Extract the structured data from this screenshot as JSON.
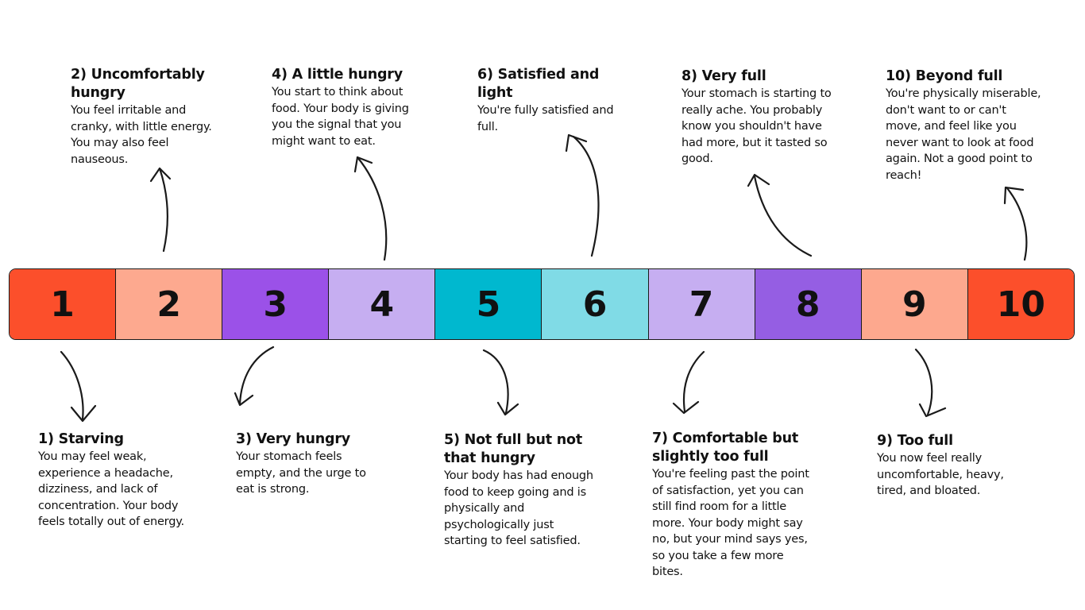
{
  "scale": [
    {
      "number": "1",
      "color": "#fc4f2b"
    },
    {
      "number": "2",
      "color": "#fda98f"
    },
    {
      "number": "3",
      "color": "#9b51e8"
    },
    {
      "number": "4",
      "color": "#c6aef1"
    },
    {
      "number": "5",
      "color": "#00b8cf"
    },
    {
      "number": "6",
      "color": "#80dbe6"
    },
    {
      "number": "7",
      "color": "#c6aef1"
    },
    {
      "number": "8",
      "color": "#955ee3"
    },
    {
      "number": "9",
      "color": "#fda88e"
    },
    {
      "number": "10",
      "color": "#fc4f2b"
    }
  ],
  "levels": {
    "l1": {
      "title": "1) Starving",
      "body": "You may feel weak, experience a headache, dizziness, and lack of concentration. Your body feels totally out of energy."
    },
    "l2": {
      "title": "2) Uncomfortably hungry",
      "body": "You feel irritable and cranky, with little energy. You may also feel nauseous."
    },
    "l3": {
      "title": "3) Very hungry",
      "body": "Your stomach feels empty, and the urge to eat is strong."
    },
    "l4": {
      "title": "4) A little hungry",
      "body": "You start to think about food. Your body is giving you the signal that you might want to eat."
    },
    "l5": {
      "title": "5) Not full but not that hungry",
      "body": "Your body has had enough food to keep going and is physically and psychologically just starting to feel satisfied."
    },
    "l6": {
      "title": "6) Satisfied and light",
      "body": "You're fully satisfied and full."
    },
    "l7": {
      "title": "7) Comfortable but slightly too full",
      "body": "You're feeling past the point of satisfaction, yet you can still find room for a little more. Your body might say no, but your mind says yes, so you take a few more bites."
    },
    "l8": {
      "title": "8) Very full",
      "body": "Your stomach is starting to really ache. You probably know you shouldn't have had more, but it tasted so good."
    },
    "l9": {
      "title": "9) Too full",
      "body": "You now feel really uncomfortable, heavy, tired, and bloated."
    },
    "l10": {
      "title": "10) Beyond full",
      "body": "You're physically miserable, don't want to or can't move, and feel like you never want to look at food again. Not a good point to reach!"
    }
  }
}
